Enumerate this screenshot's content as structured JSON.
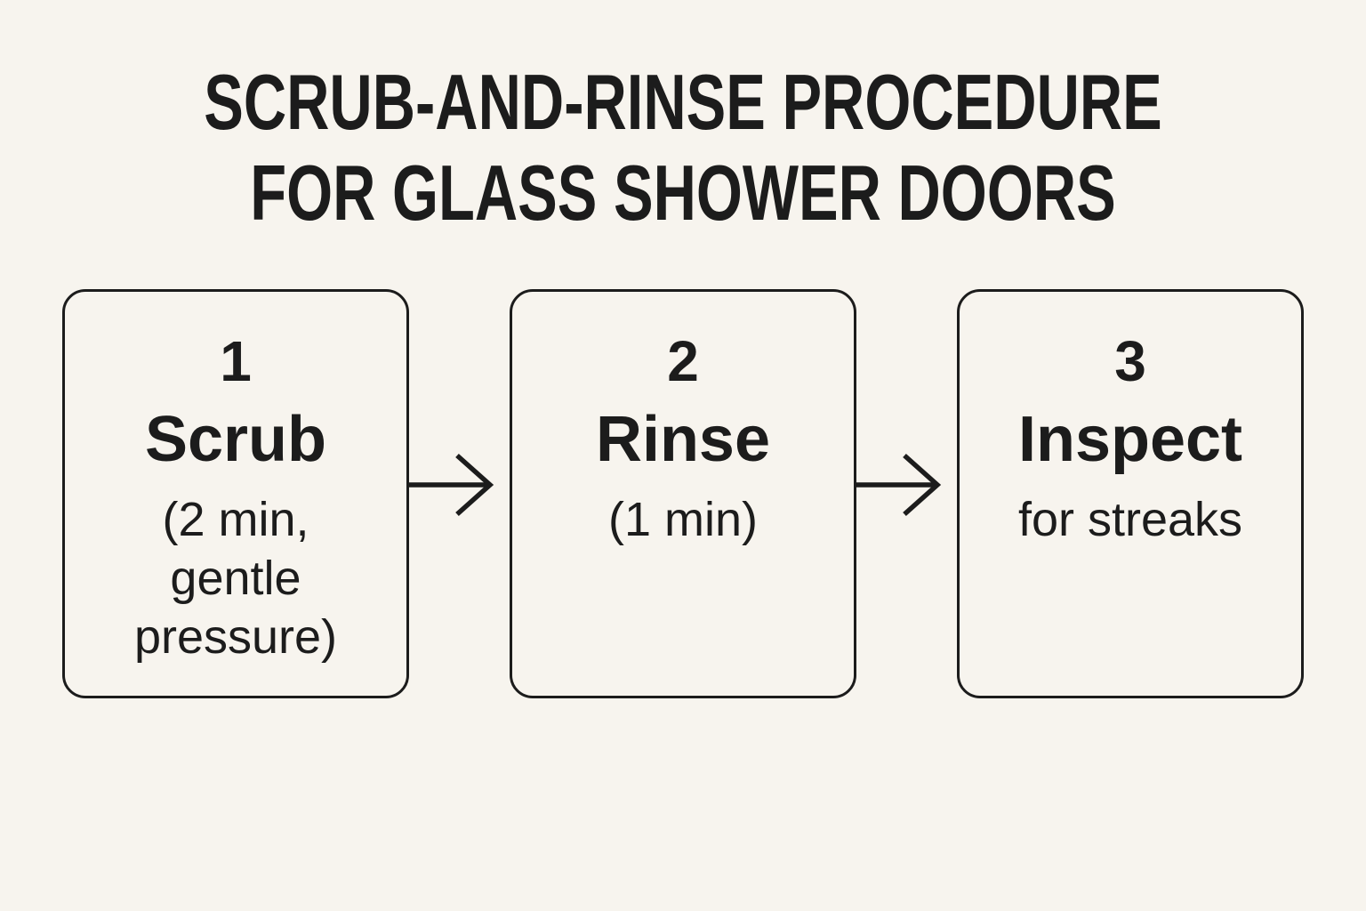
{
  "page": {
    "background_color": "#f7f4ee",
    "ink_color": "#1c1c1c"
  },
  "title": {
    "line1": "SCRUB-AND-RINSE PROCEDURE",
    "line2": "FOR GLASS SHOWER DOORS"
  },
  "steps": [
    {
      "number": "1",
      "name": "Scrub",
      "detail_lines": [
        "(2 min,",
        "gentle",
        "pressure)"
      ]
    },
    {
      "number": "2",
      "name": "Rinse",
      "detail_lines": [
        "(1 min)"
      ]
    },
    {
      "number": "3",
      "name": "Inspect",
      "detail_lines": [
        "for streaks"
      ]
    }
  ],
  "icons": {
    "arrow_right": "→"
  }
}
